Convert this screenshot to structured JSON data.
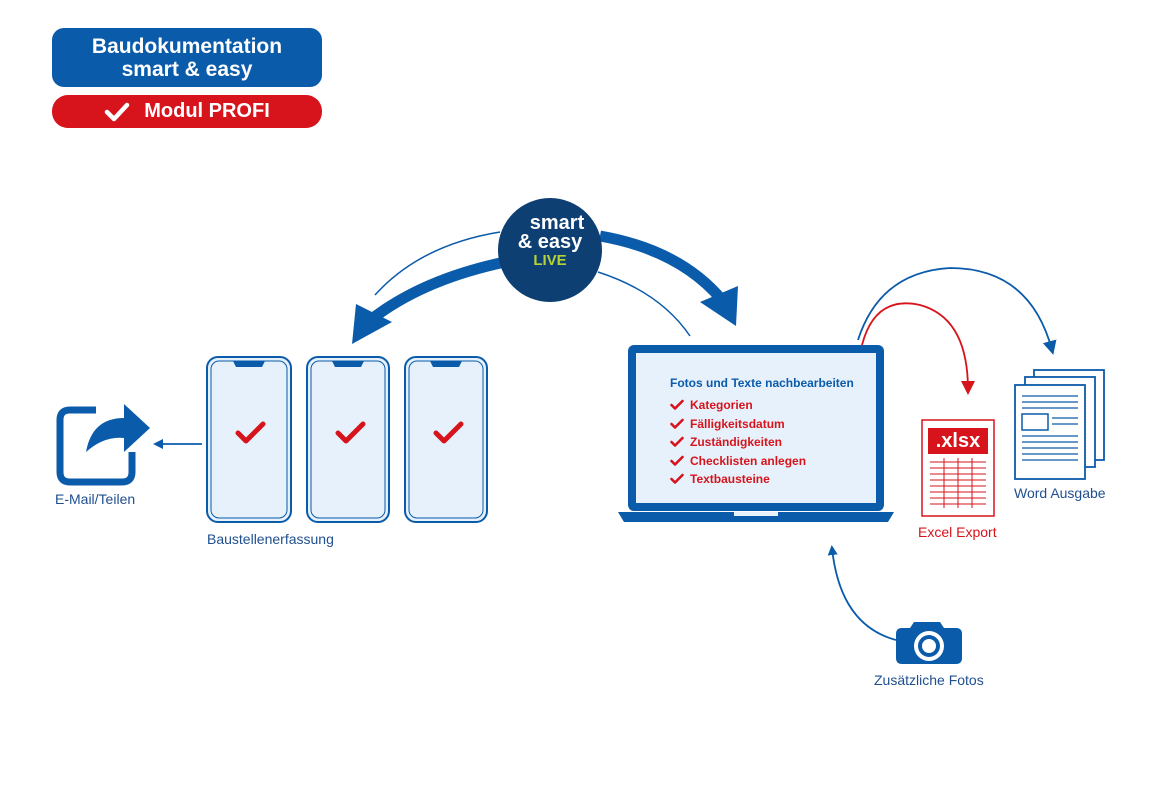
{
  "header": {
    "title_line1": "Baudokumentation",
    "title_line2": "smart & easy",
    "module_label": "Modul PROFI"
  },
  "hub": {
    "line1": "smart",
    "line2": "& easy",
    "line3": "LIVE"
  },
  "nodes": {
    "share_label": "E-Mail/Teilen",
    "phones_label": "Baustellenerfassung",
    "laptop": {
      "title": "Fotos und Texte nachbearbeiten",
      "items": [
        "Kategorien",
        "Fälligkeitsdatum",
        "Zuständigkeiten",
        "Checklisten anlegen",
        "Textbausteine"
      ]
    },
    "excel_file_label": ".xlsx",
    "excel_label": "Excel Export",
    "word_label": "Word Ausgabe",
    "camera_label": "Zusätzliche Fotos"
  },
  "colors": {
    "brand_blue": "#0b5bab",
    "brand_red": "#d7141c",
    "hub_navy": "#0e3f73",
    "phone_fill": "#e6f1fb",
    "live_green": "#b5d334"
  }
}
